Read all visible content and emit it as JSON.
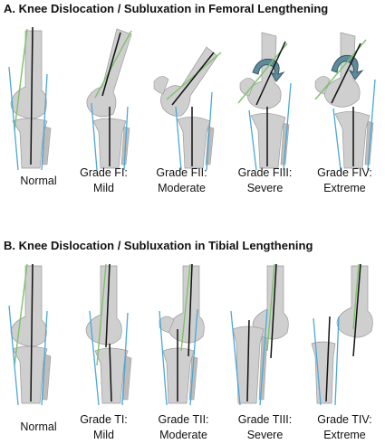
{
  "panel_a": {
    "title": "A. Knee Dislocation / Subluxation in Femoral Lengthening",
    "grades": [
      {
        "line1": "Normal",
        "line2": ""
      },
      {
        "line1": "Grade FI:",
        "line2": "Mild"
      },
      {
        "line1": "Grade FII:",
        "line2": "Moderate"
      },
      {
        "line1": "Grade FIII:",
        "line2": "Severe"
      },
      {
        "line1": "Grade FIV:",
        "line2": "Extreme"
      }
    ]
  },
  "panel_b": {
    "title": "B. Knee Dislocation / Subluxation in Tibial Lengthening",
    "grades": [
      {
        "line1": "Normal",
        "line2": ""
      },
      {
        "line1": "Grade TI:",
        "line2": "Mild"
      },
      {
        "line1": "Grade TII:",
        "line2": "Moderate"
      },
      {
        "line1": "Grade TIII:",
        "line2": "Severe"
      },
      {
        "line1": "Grade TIV:",
        "line2": "Extreme"
      }
    ]
  },
  "colors": {
    "bone": "#c9c9c9",
    "bone_shadow": "#9a9a9a",
    "femoral_axis": "#7cc36a",
    "tibial_axis": "#4aa8d8",
    "mechanical_axis": "#111111",
    "arrow": "#2f4f5f"
  }
}
